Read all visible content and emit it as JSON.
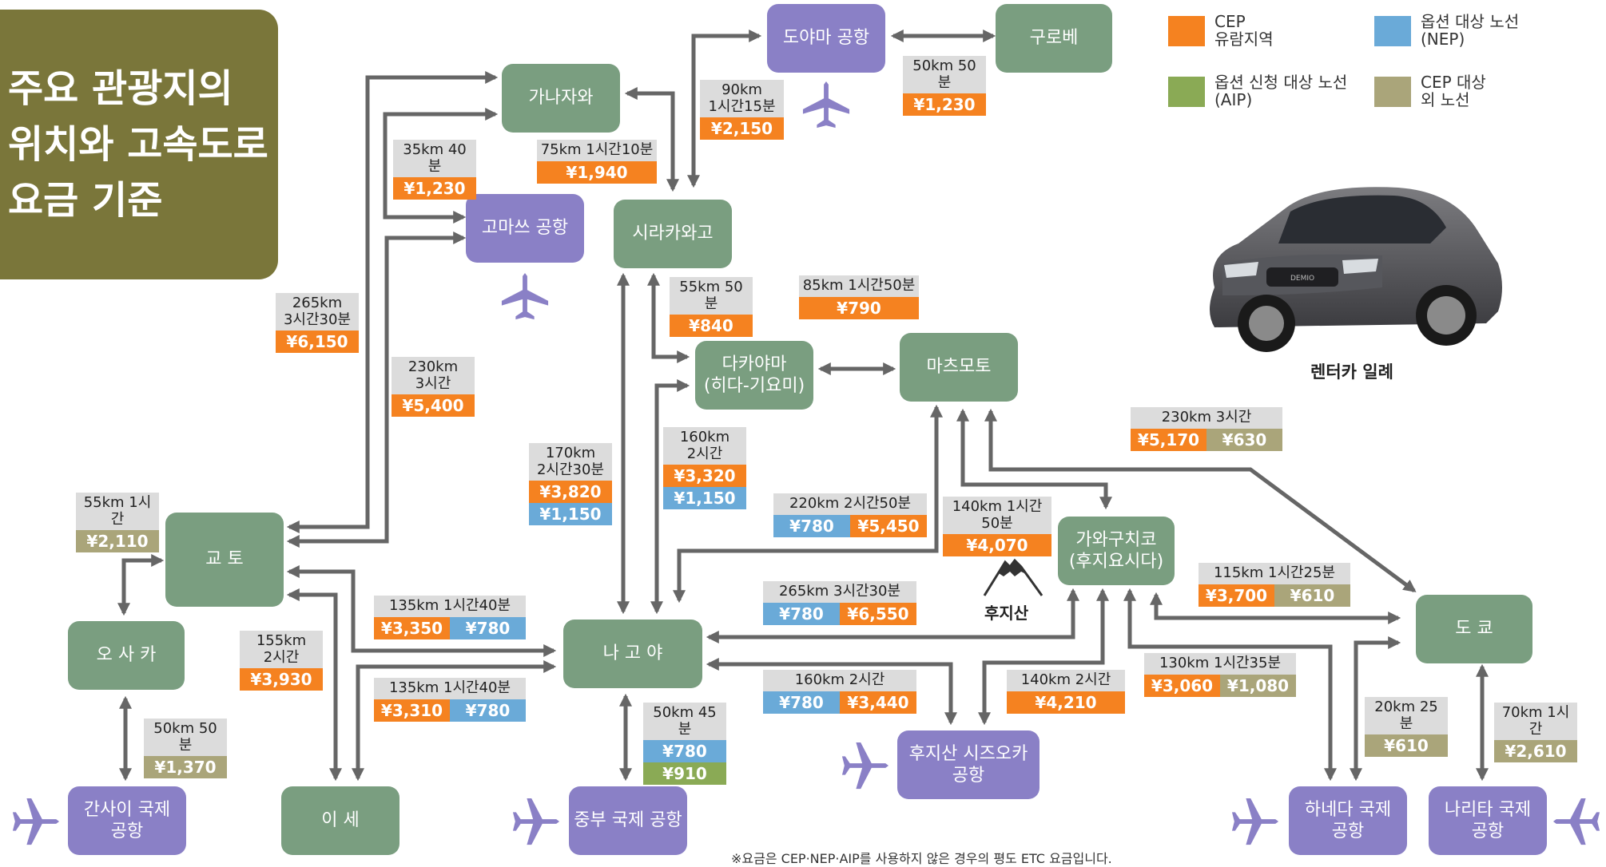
{
  "title": {
    "lines": [
      "주요 관광지의",
      "위치와 고속도로",
      "요금 기준"
    ]
  },
  "colors": {
    "title_bg": "#7a763a",
    "city": "#7a9e80",
    "airport": "#8a80c6",
    "distance_bg": "#dcdcdc",
    "cep": "#f58220",
    "nep": "#6aaad8",
    "aip": "#8aaa55",
    "other": "#aaa57a",
    "arrow": "#666666"
  },
  "legend": [
    {
      "color_key": "cep",
      "label": "CEP\n유람지역"
    },
    {
      "color_key": "nep",
      "label": "옵션 대상 노선\n(NEP)"
    },
    {
      "color_key": "aip",
      "label": "옵션 신청 대상 노선\n(AIP)"
    },
    {
      "color_key": "other",
      "label": "CEP 대상\n외 노선"
    }
  ],
  "nodes": {
    "toyama_airport": {
      "label": "도야마 공항",
      "kind": "airport"
    },
    "kurobe": {
      "label": "구로베",
      "kind": "city"
    },
    "kanazawa": {
      "label": "가나자와",
      "kind": "city"
    },
    "komatsu_airport": {
      "label": "고마쓰 공항",
      "kind": "airport"
    },
    "shirakawago": {
      "label": "시라카와고",
      "kind": "city"
    },
    "takayama": {
      "label": "다카야마\n(히다-기요미)",
      "kind": "city"
    },
    "matsumoto": {
      "label": "마츠모토",
      "kind": "city"
    },
    "kawaguchiko": {
      "label": "가와구치코\n(후지요시다)",
      "kind": "city"
    },
    "kyoto": {
      "label": "교 토",
      "kind": "city"
    },
    "osaka": {
      "label": "오 사 카",
      "kind": "city"
    },
    "nagoya": {
      "label": "나 고 야",
      "kind": "city"
    },
    "tokyo": {
      "label": "도 쿄",
      "kind": "city"
    },
    "kansai_airport": {
      "label": "간사이 국제\n공항",
      "kind": "airport"
    },
    "ise": {
      "label": "이 세",
      "kind": "city"
    },
    "chubu_airport": {
      "label": "중부 국제 공항",
      "kind": "airport"
    },
    "fuji_shizuoka_airport": {
      "label": "후지산 시즈오카\n공항",
      "kind": "airport"
    },
    "haneda_airport": {
      "label": "하네다 국제\n공항",
      "kind": "airport"
    },
    "narita_airport": {
      "label": "나리타 국제\n공항",
      "kind": "airport"
    }
  },
  "routes": [
    {
      "id": "toyama-shirakawago",
      "distance": "90km\n1시간15분",
      "fares": [
        {
          "type": "cep",
          "text": "¥2,150"
        }
      ]
    },
    {
      "id": "toyama-kurobe",
      "distance": "50km 50분",
      "fares": [
        {
          "type": "cep",
          "text": "¥1,230"
        }
      ]
    },
    {
      "id": "kanazawa-komatsu",
      "distance": "35km 40분",
      "fares": [
        {
          "type": "cep",
          "text": "¥1,230"
        }
      ]
    },
    {
      "id": "kanazawa-shirakawago",
      "distance": "75km 1시간10분",
      "fares": [
        {
          "type": "cep",
          "text": "¥1,940"
        }
      ]
    },
    {
      "id": "kyoto-kanazawa",
      "distance": "265km\n3시간30분",
      "fares": [
        {
          "type": "cep",
          "text": "¥6,150"
        }
      ]
    },
    {
      "id": "kyoto-komatsu",
      "distance": "230km\n3시간",
      "fares": [
        {
          "type": "cep",
          "text": "¥5,400"
        }
      ]
    },
    {
      "id": "shirakawago-takayama",
      "distance": "55km 50분",
      "fares": [
        {
          "type": "cep",
          "text": "¥840"
        }
      ]
    },
    {
      "id": "takayama-matsumoto",
      "distance": "85km 1시간50분",
      "fares": [
        {
          "type": "cep",
          "text": "¥790"
        }
      ]
    },
    {
      "id": "nagoya-shirakawago",
      "distance": "170km\n2시간30분",
      "fares": [
        {
          "type": "cep",
          "text": "¥3,820"
        },
        {
          "type": "nep",
          "text": "¥1,150"
        }
      ]
    },
    {
      "id": "nagoya-takayama",
      "distance": "160km\n2시간",
      "fares": [
        {
          "type": "cep",
          "text": "¥3,320"
        },
        {
          "type": "nep",
          "text": "¥1,150"
        }
      ]
    },
    {
      "id": "matsumoto-tokyo",
      "distance": "230km 3시간",
      "fares": [
        {
          "type": "cep",
          "text": "¥5,170"
        },
        {
          "type": "other",
          "text": "¥630"
        }
      ]
    },
    {
      "id": "nagoya-matsumoto",
      "distance": "220km 2시간50분",
      "fares": [
        {
          "type": "nep",
          "text": "¥780"
        },
        {
          "type": "cep",
          "text": "¥5,450"
        }
      ]
    },
    {
      "id": "matsumoto-kawaguchiko",
      "distance": "140km 1시간50분",
      "fares": [
        {
          "type": "cep",
          "text": "¥4,070"
        }
      ]
    },
    {
      "id": "osaka-kyoto",
      "distance": "55km 1시간",
      "fares": [
        {
          "type": "other",
          "text": "¥2,110"
        }
      ]
    },
    {
      "id": "kawaguchiko-tokyo",
      "distance": "115km 1시간25분",
      "fares": [
        {
          "type": "cep",
          "text": "¥3,700"
        },
        {
          "type": "other",
          "text": "¥610"
        }
      ]
    },
    {
      "id": "nagoya-kawaguchiko",
      "distance": "265km 3시간30분",
      "fares": [
        {
          "type": "nep",
          "text": "¥780"
        },
        {
          "type": "cep",
          "text": "¥6,550"
        }
      ]
    },
    {
      "id": "kyoto-nagoya",
      "distance": "135km 1시간40분",
      "fares": [
        {
          "type": "cep",
          "text": "¥3,350"
        },
        {
          "type": "nep",
          "text": "¥780"
        }
      ]
    },
    {
      "id": "kyoto-ise",
      "distance": "155km\n2시간",
      "fares": [
        {
          "type": "cep",
          "text": "¥3,930"
        }
      ]
    },
    {
      "id": "fuji-airport-tokyo",
      "distance": "130km 1시간35분",
      "fares": [
        {
          "type": "cep",
          "text": "¥3,060"
        },
        {
          "type": "other",
          "text": "¥1,080"
        }
      ]
    },
    {
      "id": "nagoya-ise",
      "distance": "135km 1시간40분",
      "fares": [
        {
          "type": "cep",
          "text": "¥3,310"
        },
        {
          "type": "nep",
          "text": "¥780"
        }
      ]
    },
    {
      "id": "nagoya-fuji-airport",
      "distance": "160km 2시간",
      "fares": [
        {
          "type": "nep",
          "text": "¥780"
        },
        {
          "type": "cep",
          "text": "¥3,440"
        }
      ]
    },
    {
      "id": "fuji-airport-kawaguchiko",
      "distance": "140km 2시간",
      "fares": [
        {
          "type": "cep",
          "text": "¥4,210"
        }
      ]
    },
    {
      "id": "nagoya-chubu",
      "distance": "50km 45분",
      "fares": [
        {
          "type": "nep",
          "text": "¥780"
        },
        {
          "type": "aip",
          "text": "¥910"
        }
      ]
    },
    {
      "id": "osaka-kansai",
      "distance": "50km 50분",
      "fares": [
        {
          "type": "other",
          "text": "¥1,370"
        }
      ]
    },
    {
      "id": "tokyo-haneda",
      "distance": "20km 25분",
      "fares": [
        {
          "type": "other",
          "text": "¥610"
        }
      ]
    },
    {
      "id": "tokyo-narita",
      "distance": "70km 1시간",
      "fares": [
        {
          "type": "other",
          "text": "¥2,610"
        }
      ]
    }
  ],
  "mount_fuji": {
    "label": "후지산"
  },
  "car": {
    "caption": "렌터카 일례",
    "badge": "DEMIO"
  },
  "footnote": "※요금은 CEP·NEP·AIP를 사용하지 않은 경우의 평도 ETC 요금입니다."
}
